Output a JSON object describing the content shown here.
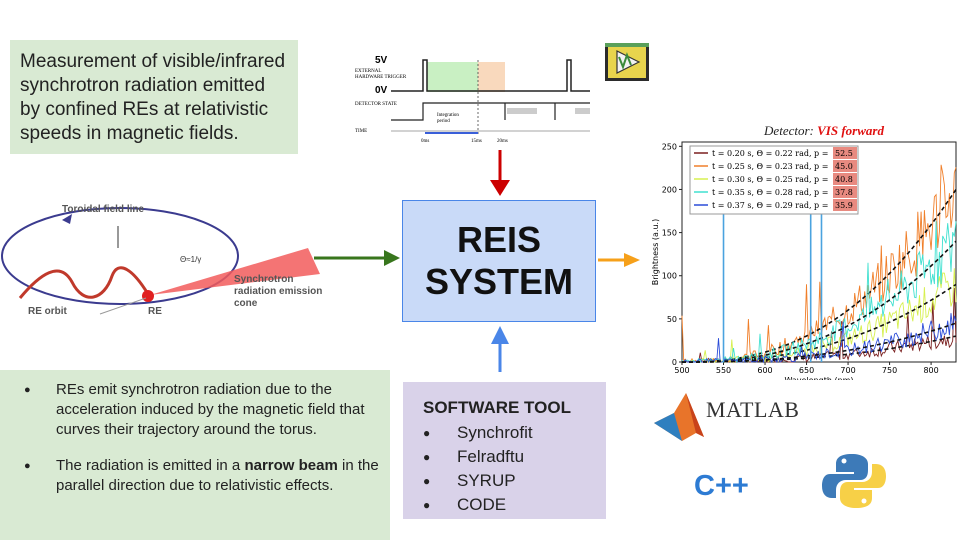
{
  "top_box": {
    "text": "Measurement of visible/infrared synchrotron radiation emitted by confined REs at relativistic speeds in magnetic fields."
  },
  "timing": {
    "v5": "5V",
    "trigger_label_1": "EXTERNAL",
    "trigger_label_2": "HARDWARE TRIGGER",
    "v0": "0V",
    "detector_state": "DETECTOR STATE",
    "time": "TIME",
    "integration_1": "Integration",
    "integration_2": "period",
    "t0": "0ms",
    "t1": "15ms",
    "t2": "20ms"
  },
  "orbit": {
    "field_line": "Toroidal field line",
    "theta": "Θ≈1/γ",
    "emission_1": "Synchrotron",
    "emission_2": "radiation emission",
    "emission_3": "cone",
    "re_orbit": "RE orbit",
    "re": "RE"
  },
  "reis": {
    "line1": "REIS",
    "line2": "SYSTEM"
  },
  "bullets": [
    {
      "text": "REs emit synchrotron radiation due to the acceleration induced by the magnetic field that curves their trajectory around the torus."
    },
    {
      "pre": "The radiation is emitted in a ",
      "bold": "narrow beam",
      "post": " in the parallel direction due to relativistic effects."
    }
  ],
  "software": {
    "title": "SOFTWARE TOOL",
    "items": [
      "Synchrofit",
      "Felradftu",
      "SYRUP",
      "CODE"
    ]
  },
  "logos": {
    "matlab": "MATLAB",
    "cpp": "C++"
  },
  "colors": {
    "green_box": "#d9ead3",
    "blue_box": "#c9daf8",
    "purple_box": "#d9d2e9",
    "arrow_red": "#cc0000",
    "arrow_green": "#38761d",
    "arrow_orange": "#f6a01a",
    "arrow_blue": "#4a86e8"
  },
  "chart_data": {
    "type": "line",
    "title_prefix": "Detector: ",
    "title_highlight": "VIS forward",
    "xlabel": "Wavelength (nm)",
    "ylabel": "Brightness (a.u.)",
    "xlim": [
      500,
      830
    ],
    "ylim": [
      0,
      255
    ],
    "xticks": [
      500,
      550,
      600,
      650,
      700,
      750,
      800
    ],
    "yticks": [
      0,
      50,
      100,
      150,
      200,
      250
    ],
    "legend_position": "top-left",
    "series": [
      {
        "name": "t = 0.20 s, Θ = 0.22 rad, p = 52.5",
        "color": "#7a1f1f",
        "p": "52.5",
        "fit_at_830": 30
      },
      {
        "name": "t = 0.25 s, Θ = 0.23 rad, p = 45.0",
        "color": "#f07f2a",
        "p": "45.0",
        "fit_at_830": 200
      },
      {
        "name": "t = 0.30 s, Θ = 0.25 rad, p = 40.8",
        "color": "#d7f050",
        "p": "40.8",
        "fit_at_830": 90
      },
      {
        "name": "t = 0.35 s, Θ = 0.28 rad, p = 37.8",
        "color": "#40e0d0",
        "p": "37.8",
        "fit_at_830": 140
      },
      {
        "name": "t = 0.37 s, Θ = 0.29 rad, p = 35.9",
        "color": "#2b4cd8",
        "p": "35.9",
        "fit_at_830": 45
      }
    ]
  }
}
